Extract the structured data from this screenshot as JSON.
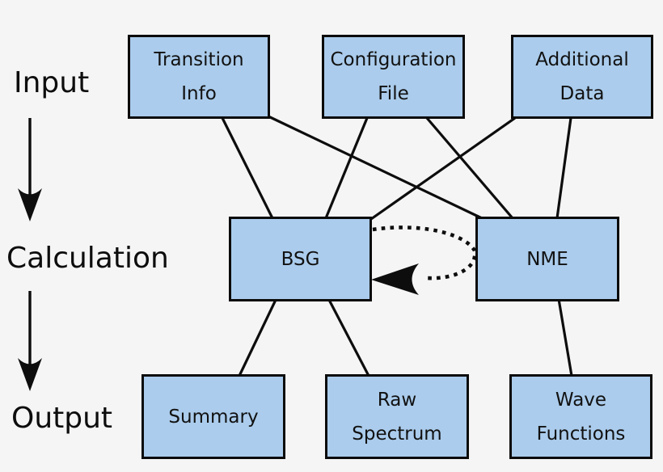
{
  "colors": {
    "background": "#f5f5f5",
    "node_fill": "#abccec",
    "node_border": "#0b0b0b",
    "line": "#0d0d0d"
  },
  "stages": {
    "input": "Input",
    "calculation": "Calculation",
    "output": "Output"
  },
  "nodes": {
    "transition_info": {
      "lines": [
        "Transition",
        "Info"
      ]
    },
    "configuration_file": {
      "lines": [
        "Configuration",
        "File"
      ]
    },
    "additional_data": {
      "lines": [
        "Additional",
        "Data"
      ]
    },
    "bsg": {
      "lines": [
        "BSG"
      ]
    },
    "nme": {
      "lines": [
        "NME"
      ]
    },
    "summary": {
      "lines": [
        "Summary"
      ]
    },
    "raw_spectrum": {
      "lines": [
        "Raw",
        "Spectrum"
      ]
    },
    "wave_functions": {
      "lines": [
        "Wave",
        "Functions"
      ]
    }
  },
  "edges": [
    {
      "from": "transition_info",
      "to": "bsg",
      "style": "solid"
    },
    {
      "from": "transition_info",
      "to": "nme",
      "style": "solid"
    },
    {
      "from": "configuration_file",
      "to": "bsg",
      "style": "solid"
    },
    {
      "from": "configuration_file",
      "to": "nme",
      "style": "solid"
    },
    {
      "from": "additional_data",
      "to": "bsg",
      "style": "solid"
    },
    {
      "from": "additional_data",
      "to": "nme",
      "style": "solid"
    },
    {
      "from": "bsg",
      "to": "summary",
      "style": "solid"
    },
    {
      "from": "bsg",
      "to": "raw_spectrum",
      "style": "solid"
    },
    {
      "from": "nme",
      "to": "wave_functions",
      "style": "solid"
    },
    {
      "from": "nme",
      "to": "bsg",
      "style": "dotted-arrow"
    }
  ],
  "flow": [
    "Input",
    "Calculation",
    "Output"
  ]
}
